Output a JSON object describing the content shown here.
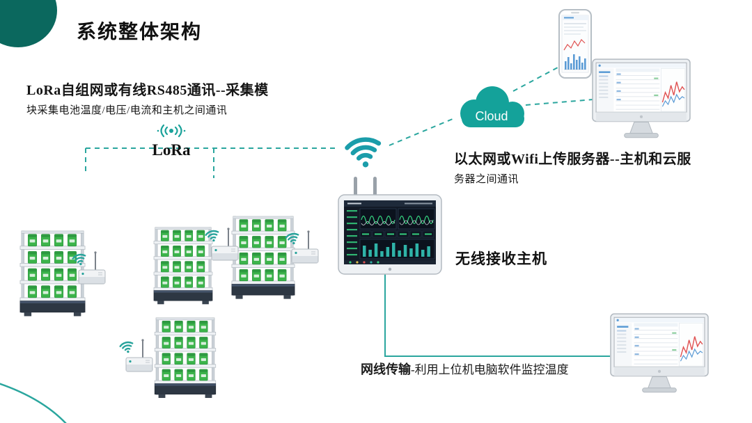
{
  "title": "系统整体架构",
  "labels": {
    "lora": "LoRa",
    "cloud": "Cloud",
    "host": "无线接收主机"
  },
  "notes": {
    "collect": {
      "line1": "LoRa自组网或有线RS485通讯--采集模",
      "line2": "块采集电池温度/电压/电流和主机之间通讯"
    },
    "upload": {
      "line1": "以太网或Wifi上传服务器--主机和云服",
      "line2": "务器之间通讯"
    },
    "wired": {
      "bold": "网线传输",
      "rest": "-利用上位机电脑软件监控温度"
    }
  },
  "icons": {
    "lora-signal-icon": "broadcast-arcs",
    "wifi-signal-icon": "wifi-fan-arcs",
    "cloud-icon": "cloud-shape",
    "gateway-wifi-icon": "wifi-fan-arcs",
    "battery-rack": "shelf-with-green-batteries",
    "lora-gateway": "box-with-antenna",
    "wireless-host": "monitor-with-waveforms",
    "smartphone": "phone-with-chart-app",
    "desktop-monitor": "imac-with-monitoring-app"
  },
  "colors": {
    "accent_teal": "#14a29a",
    "corner_dark_teal": "#0b685e",
    "connector": "#2aa69e",
    "battery_green": "#3cb44b",
    "host_screen_bg": "#121a26",
    "waveform_green": "#35d07f",
    "chart_red": "#e05252",
    "chart_blue": "#5b9bd5",
    "text": "#111111"
  }
}
